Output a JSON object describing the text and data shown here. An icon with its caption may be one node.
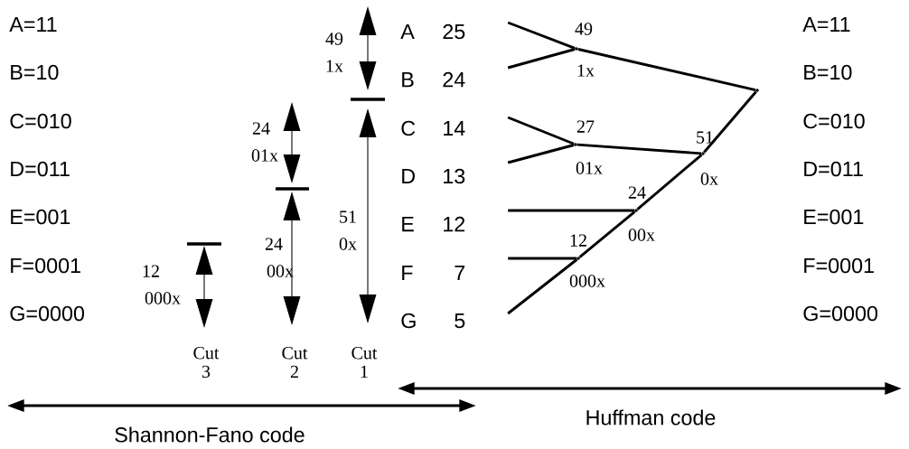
{
  "diagram": {
    "nodes": [
      {
        "text": [
          "A",
          "25"
        ]
      },
      {
        "text": [
          "B",
          "24"
        ]
      },
      {
        "text": [
          "C",
          "14"
        ]
      },
      {
        "text": [
          "D",
          "13"
        ]
      },
      {
        "text": [
          "E",
          "12"
        ]
      },
      {
        "text": [
          "F",
          "7"
        ]
      },
      {
        "text": [
          "G",
          "5"
        ]
      },
      {
        "text": [],
        "shape": "point",
        "beside": [
          "49",
          "1x"
        ]
      },
      {
        "text": [],
        "shape": "point"
      },
      {
        "text": [],
        "shape": "point",
        "beside": [
          "27",
          "01x"
        ]
      },
      {
        "text": [],
        "shape": "point",
        "beside": [
          "51",
          "0x"
        ]
      },
      {
        "text": [],
        "shape": "point",
        "beside": [
          "24",
          "00x"
        ]
      },
      {
        "text": [],
        "shape": "point",
        "beside": [
          "12",
          "000x"
        ]
      }
    ],
    "edges": [
      {
        "from": 0,
        "to": 7,
        "arrow": "none"
      },
      {
        "from": 1,
        "to": 7,
        "arrow": "none"
      },
      {
        "from": 7,
        "to": 8,
        "arrow": "none"
      },
      {
        "from": 2,
        "to": 9,
        "arrow": "none"
      },
      {
        "from": 3,
        "to": 9,
        "arrow": "none"
      },
      {
        "from": 9,
        "to": 10,
        "arrow": "none"
      },
      {
        "from": 10,
        "to": 8,
        "arrow": "none"
      },
      {
        "from": 4,
        "to": 11,
        "arrow": "none"
      },
      {
        "from": 11,
        "to": 10,
        "arrow": "none"
      },
      {
        "from": 5,
        "to": 12,
        "arrow": "none"
      },
      {
        "from": 6,
        "to": 12,
        "arrow": "none"
      },
      {
        "from": 12,
        "to": 11,
        "arrow": "none"
      }
    ],
    "labels": [
      "A=11",
      "B=10",
      "C=010",
      "D=011",
      "E=001",
      "F=0001",
      "G=0000",
      "49",
      "1x",
      "24",
      "01x",
      "51",
      "0x",
      "24",
      "00x",
      "12",
      "000x",
      "Cut 3",
      "Cut 2",
      "Cut 1",
      "A=11",
      "B=10",
      "C=010",
      "D=011",
      "E=001",
      "F=0001",
      "G=0000",
      "Shannon-Fano code",
      "Huffman code"
    ]
  }
}
